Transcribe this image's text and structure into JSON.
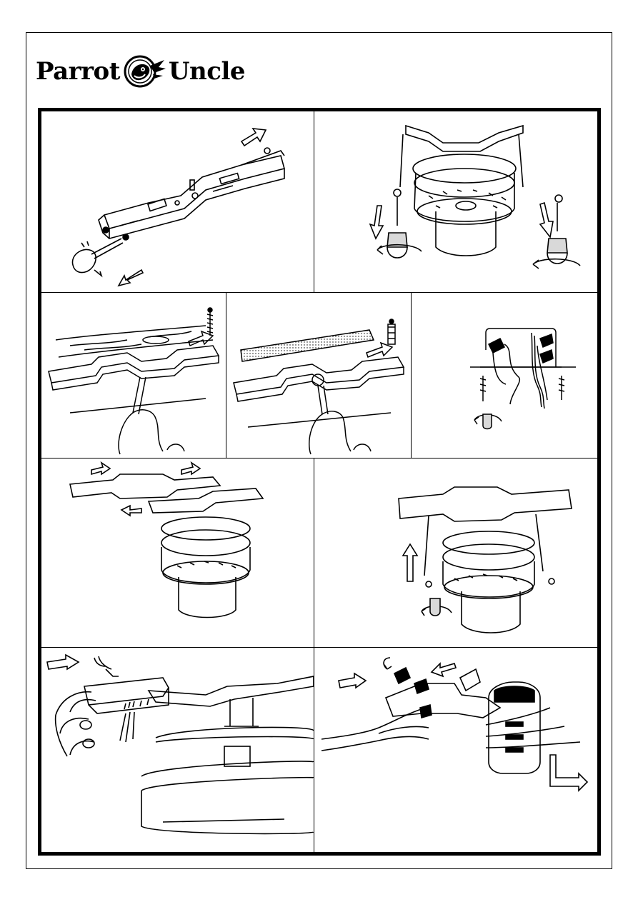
{
  "brand": {
    "word_left": "Parrot",
    "word_right": "Uncle",
    "logo_icon": "parrot-head-logo"
  },
  "colors": {
    "ink": "#000000",
    "paper": "#ffffff",
    "shade": "#d9d9d9"
  },
  "panels": [
    {
      "id": "mounting-bracket-loosen-screws",
      "icons": [
        "arrow-icon",
        "screwdriver-icon"
      ]
    },
    {
      "id": "remove-bracket-from-motor",
      "icons": [
        "arrow-icon",
        "rotate-icon"
      ]
    },
    {
      "id": "screw-bracket-to-wood-joist",
      "icons": [
        "screw-icon",
        "hand-icon"
      ]
    },
    {
      "id": "screw-bracket-with-anchors",
      "icons": [
        "anchor-icon",
        "hand-icon"
      ]
    },
    {
      "id": "attach-bracket-to-outlet-box",
      "icons": [
        "wire-connector-icon",
        "rotate-icon"
      ]
    },
    {
      "id": "slide-canopy-bracket",
      "icons": [
        "arrow-icon"
      ]
    },
    {
      "id": "raise-motor-and-fasten",
      "icons": [
        "arrow-icon",
        "rotate-icon"
      ]
    },
    {
      "id": "insert-receiver",
      "icons": [
        "arrow-icon",
        "hand-icon"
      ]
    },
    {
      "id": "connect-receiver-wires",
      "icons": [
        "wire-connector-icon",
        "arrow-icon"
      ]
    }
  ]
}
